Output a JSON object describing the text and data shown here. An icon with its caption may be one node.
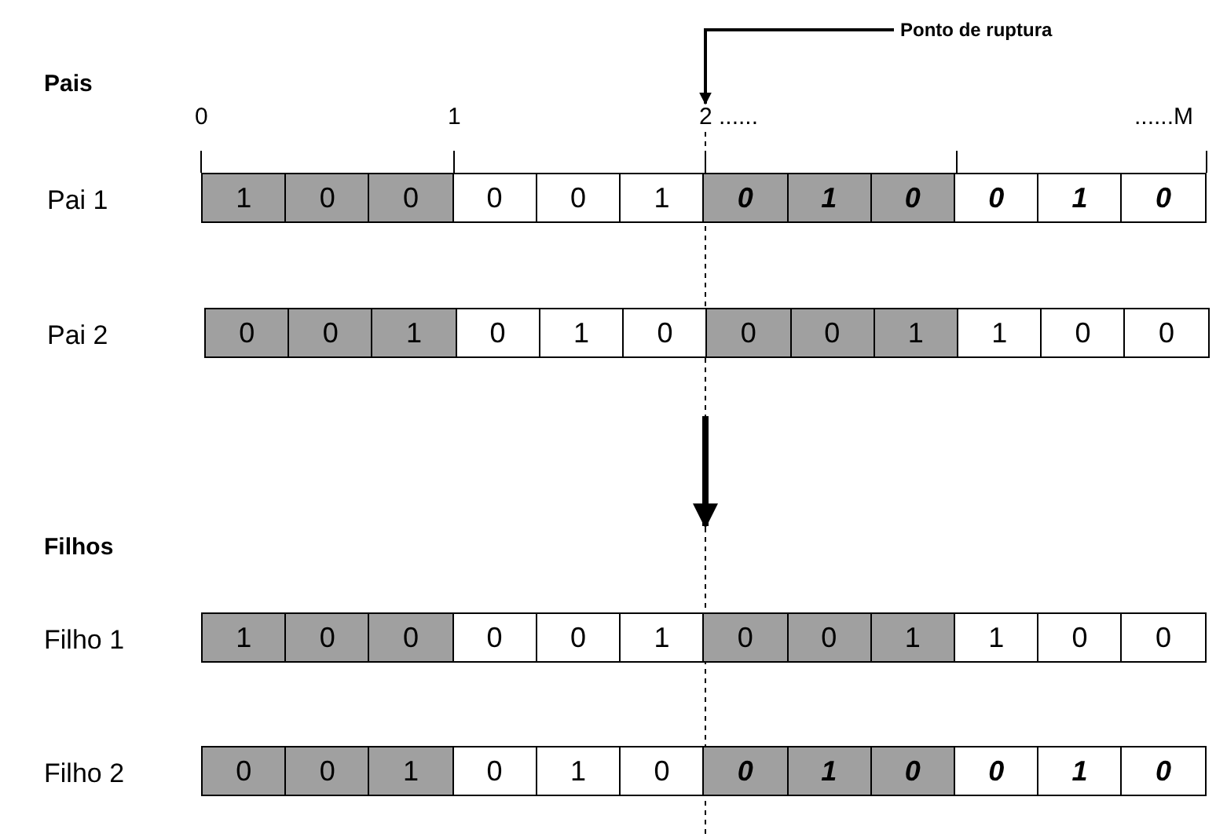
{
  "diagram": {
    "nodes": [
      {
        "text": [
          "Ponto de ruptura"
        ]
      },
      {
        "text": [
          "2 ......"
        ]
      },
      {
        "text": [],
        "shape": "bar",
        "beside": [
          "Pai 1"
        ]
      },
      {
        "text": [
          "1"
        ],
        "in": 2
      },
      {
        "text": [
          "0"
        ],
        "in": 2
      },
      {
        "text": [
          "0"
        ],
        "in": 2
      },
      {
        "text": [
          "0"
        ],
        "in": 2
      },
      {
        "text": [
          "0"
        ],
        "in": 2
      },
      {
        "text": [
          "1"
        ],
        "in": 2
      },
      {
        "text": [
          "0"
        ],
        "in": 2
      },
      {
        "text": [
          "1"
        ],
        "in": 2
      },
      {
        "text": [
          "0"
        ],
        "in": 2
      },
      {
        "text": [
          "0"
        ],
        "in": 2
      },
      {
        "text": [
          "1"
        ],
        "in": 2
      },
      {
        "text": [
          "0"
        ],
        "in": 2
      },
      {
        "text": [],
        "shape": "bar",
        "beside": [
          "Pai 2"
        ]
      },
      {
        "text": [
          "0"
        ],
        "in": 15
      },
      {
        "text": [
          "0"
        ],
        "in": 15
      },
      {
        "text": [
          "1"
        ],
        "in": 15
      },
      {
        "text": [
          "0"
        ],
        "in": 15
      },
      {
        "text": [
          "1"
        ],
        "in": 15
      },
      {
        "text": [
          "0"
        ],
        "in": 15
      },
      {
        "text": [
          "0"
        ],
        "in": 15
      },
      {
        "text": [
          "0"
        ],
        "in": 15
      },
      {
        "text": [
          "1"
        ],
        "in": 15
      },
      {
        "text": [
          "1"
        ],
        "in": 15
      },
      {
        "text": [
          "0"
        ],
        "in": 15
      },
      {
        "text": [
          "0"
        ],
        "in": 15
      },
      {
        "text": [],
        "shape": "bar",
        "beside": [
          "Filho 1"
        ]
      },
      {
        "text": [
          "1"
        ],
        "in": 28
      },
      {
        "text": [
          "0"
        ],
        "in": 28
      },
      {
        "text": [
          "0"
        ],
        "in": 28
      },
      {
        "text": [
          "0"
        ],
        "in": 28
      },
      {
        "text": [
          "0"
        ],
        "in": 28
      },
      {
        "text": [
          "1"
        ],
        "in": 28
      },
      {
        "text": [
          "0"
        ],
        "in": 28
      },
      {
        "text": [
          "0"
        ],
        "in": 28
      },
      {
        "text": [
          "1"
        ],
        "in": 28
      },
      {
        "text": [
          "1"
        ],
        "in": 28
      },
      {
        "text": [
          "0"
        ],
        "in": 28
      },
      {
        "text": [
          "0"
        ],
        "in": 28
      },
      {
        "text": [],
        "shape": "bar",
        "beside": [
          "Filho 2"
        ]
      },
      {
        "text": [
          "0"
        ],
        "in": 41
      },
      {
        "text": [
          "0"
        ],
        "in": 41
      },
      {
        "text": [
          "1"
        ],
        "in": 41
      },
      {
        "text": [
          "0"
        ],
        "in": 41
      },
      {
        "text": [
          "1"
        ],
        "in": 41
      },
      {
        "text": [
          "0"
        ],
        "in": 41
      },
      {
        "text": [
          "0"
        ],
        "in": 41
      },
      {
        "text": [
          "1"
        ],
        "in": 41
      },
      {
        "text": [
          "0"
        ],
        "in": 41
      },
      {
        "text": [
          "0"
        ],
        "in": 41
      },
      {
        "text": [
          "1"
        ],
        "in": 41
      },
      {
        "text": [
          "0"
        ],
        "in": 41
      }
    ],
    "edges": [
      {
        "from": 0,
        "to": 1,
        "arrow": "to"
      },
      {
        "from": 15,
        "to": 28,
        "arrow": "to",
        "style": "thick"
      }
    ],
    "labels": [
      "Pais",
      "0",
      "1",
      "......M",
      "Filhos"
    ]
  }
}
